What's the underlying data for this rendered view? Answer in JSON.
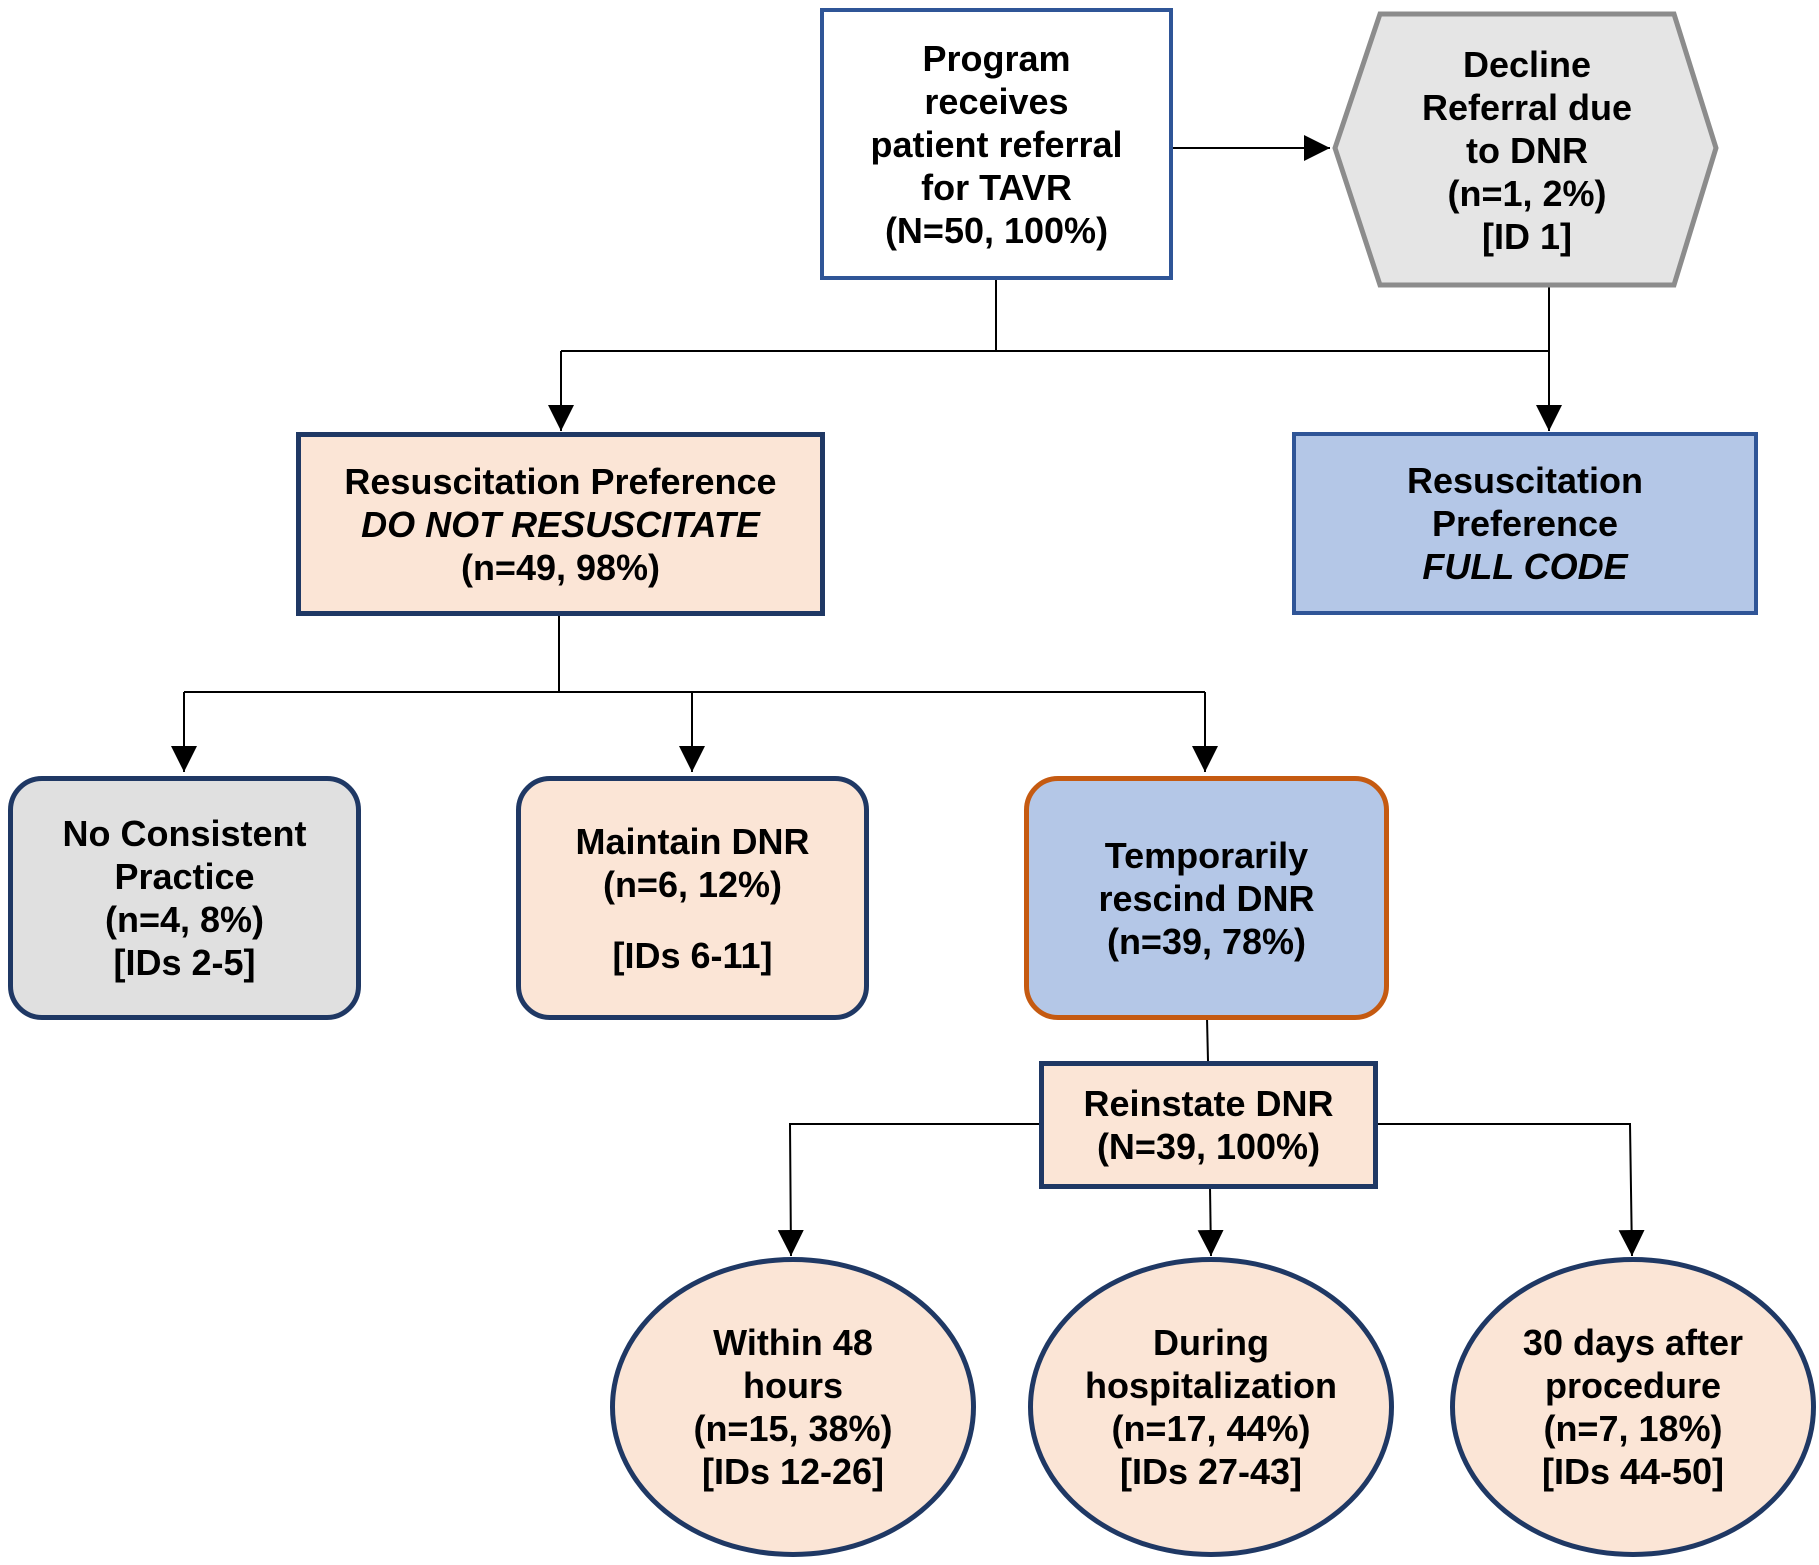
{
  "nodes": {
    "referral": {
      "lines": [
        "Program",
        "receives",
        "patient referral",
        "for TAVR",
        "(N=50, 100%)"
      ]
    },
    "decline": {
      "lines": [
        "Decline",
        "Referral due",
        "to DNR",
        "(n=1, 2%)",
        "[ID 1]"
      ]
    },
    "dnr_pref": {
      "line1": "Resuscitation Preference",
      "line2": "DO NOT RESUSCITATE",
      "line3": "(n=49, 98%)"
    },
    "full_code": {
      "line1": "Resuscitation",
      "line2": "Preference",
      "line3": "FULL CODE"
    },
    "no_consistent": {
      "lines": [
        "No Consistent",
        "Practice",
        "(n=4, 8%)",
        "[IDs 2-5]"
      ]
    },
    "maintain": {
      "line1": "Maintain DNR",
      "line2": "(n=6, 12%)",
      "line3": "[IDs 6-11]"
    },
    "rescind": {
      "lines": [
        "Temporarily",
        "rescind DNR",
        "(n=39, 78%)"
      ]
    },
    "reinstate": {
      "lines": [
        "Reinstate DNR",
        "(N=39, 100%)"
      ]
    },
    "within48": {
      "lines": [
        "Within 48",
        "hours",
        "(n=15, 38%)",
        "[IDs 12-26]"
      ]
    },
    "during": {
      "lines": [
        "During",
        "hospitalization",
        "(n=17, 44%)",
        "[IDs 27-43]"
      ]
    },
    "after30": {
      "lines": [
        "30 days after",
        "procedure",
        "(n=7, 18%)",
        "[IDs 44-50]"
      ]
    }
  },
  "colors": {
    "navy_border": "#1f3864",
    "blue_border": "#2f5597",
    "orange_border": "#c55a11",
    "gray_border": "#8c8c8c",
    "peach": "#fbe5d6",
    "light_blue": "#b4c7e7",
    "gray_fill": "#e0e0e0"
  }
}
